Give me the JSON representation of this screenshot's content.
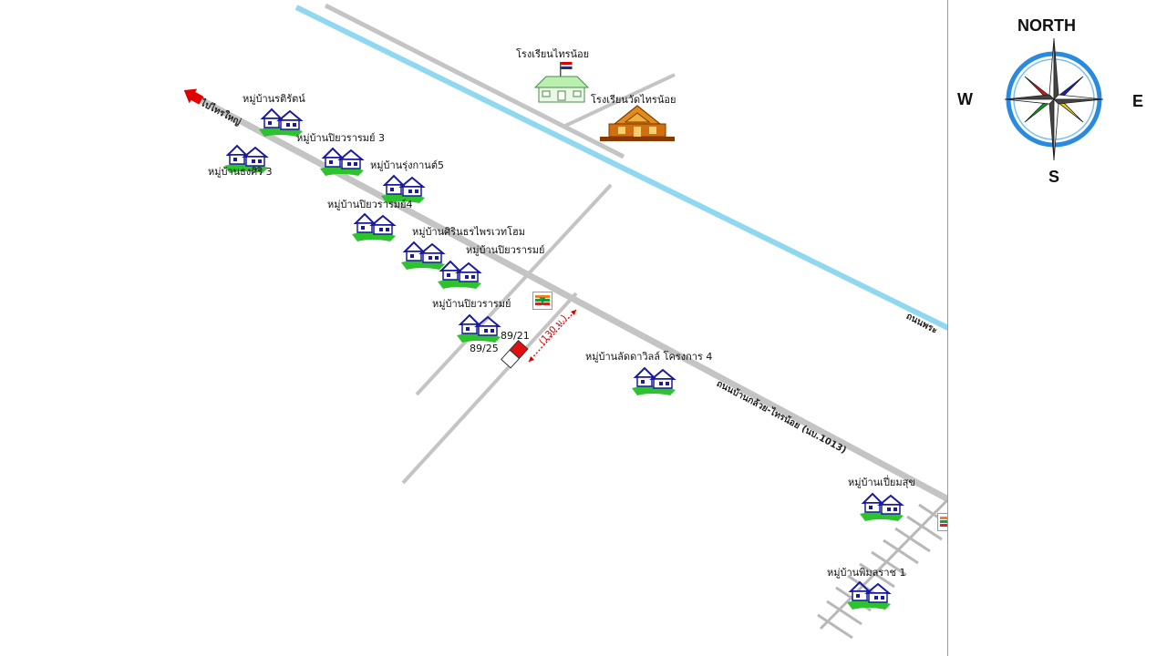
{
  "compass": {
    "north": "NORTH",
    "south": "S",
    "east": "E",
    "west": "W"
  },
  "direction_arrow": {
    "label": "ไปไทรใหญ่"
  },
  "roads": {
    "main_road": "ถนนบ้านกล้วย-ไทรน้อย (นบ.1013)",
    "canal_road": "ถนนพระ"
  },
  "schools": {
    "school_1": "โรงเรียนไทรน้อย",
    "school_2": "โรงเรียนวัดไทรน้อย"
  },
  "villages": {
    "v1": "หมู่บ้านรติรัตน์",
    "v2": "หมู่บ้านธงศิริ 3",
    "v3": "หมู่บ้านปิยวรารมย์ 3",
    "v4": "หมู่บ้านรุ่งกานต์5",
    "v5": "หมู่บ้านปิยวรารมย์4",
    "v6": "หมู่บ้านศิรินธรไพรเวทโฮม",
    "v7": "หมู่บ้านปิยวรารมย์",
    "v8": "หมู่บ้านปิยวรารมย์",
    "v9": "หมู่บ้านลัดดาวิลล์ โครงการ 4",
    "v10": "หมู่บ้านเปี่ยมสุข",
    "v11": "หมู่บ้านพิมลราช 1"
  },
  "plots": {
    "plot_1": "89/21",
    "plot_2": "89/25"
  },
  "distance": {
    "label": "(130 ม.)"
  },
  "colors": {
    "road": "#c4c4c4",
    "canal": "#8fd8f0",
    "house_roof": "#1a1aa0",
    "house_lawn": "#2ec22e",
    "arrow": "#e00000",
    "highlight_plot": "#e01010"
  },
  "icons": [
    "compass-rose-icon",
    "school-icon",
    "temple-icon",
    "house-icon",
    "seven-eleven-icon",
    "red-arrow-icon"
  ]
}
